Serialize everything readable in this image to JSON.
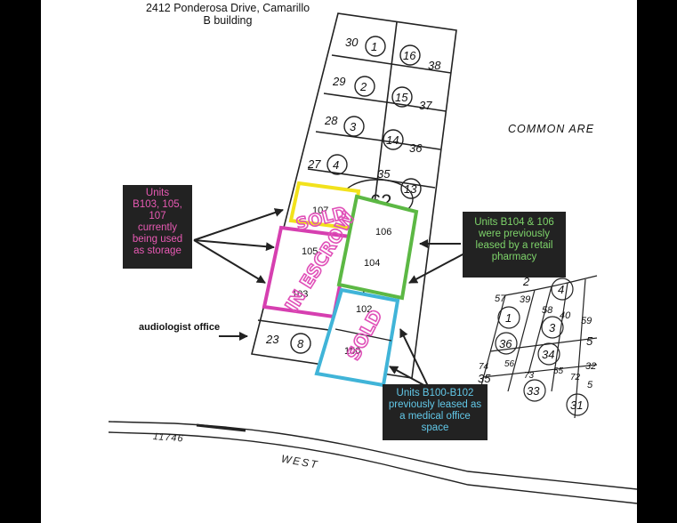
{
  "header": {
    "address": "2412 Ponderosa Drive, Camarillo",
    "building": "B building"
  },
  "common_area": "COMMON ARE",
  "notes": {
    "storage": [
      "Units",
      "B103, 105,",
      "107",
      "currently",
      "being used",
      "as storage"
    ],
    "retail": [
      "Units B104 & 106",
      "were previously",
      "leased by a retail",
      "pharmacy"
    ],
    "medical": [
      "Units B100-B102",
      "previously leased as",
      "a medical office",
      "space"
    ],
    "audiologist": "audiologist office"
  },
  "stamps": {
    "sold_top": "SOLD",
    "in_escrow": "IN ESCROW",
    "sold_bottom": "SOLD"
  },
  "units": {
    "u107": "107",
    "u105": "105",
    "u103": "103",
    "u106": "106",
    "u104": "104",
    "u102": "102",
    "u100": "100"
  },
  "lots_left": [
    {
      "pre": "30",
      "circ": "1"
    },
    {
      "pre": "29",
      "circ": "2"
    },
    {
      "pre": "28",
      "circ": "3"
    },
    {
      "pre": "27",
      "circ": "4"
    }
  ],
  "lots_right": [
    {
      "circ": "16",
      "post": "38"
    },
    {
      "circ": "15",
      "post": "37"
    },
    {
      "circ": "14",
      "post": "36"
    },
    {
      "post": "35",
      "circ": "13"
    }
  ],
  "lot_23": {
    "pre": "23",
    "circ": "8"
  },
  "lot_center": "62",
  "adjacent_lots": [
    "2",
    "4",
    "57",
    "39",
    "58",
    "40",
    "59",
    "1",
    "3",
    "36",
    "34",
    "5",
    "73",
    "56",
    "55",
    "32",
    "35",
    "33",
    "74",
    "72",
    "31",
    "5"
  ],
  "road": {
    "number": "11746",
    "name": "WEST"
  },
  "colors": {
    "note_pink": "#e85ab4",
    "note_green": "#7ed46a",
    "note_blue": "#62c8e8",
    "yellow_box": "#f2e21c",
    "pink_box": "#d63fb0",
    "green_box": "#5cb844",
    "blue_box": "#40b4d8"
  }
}
